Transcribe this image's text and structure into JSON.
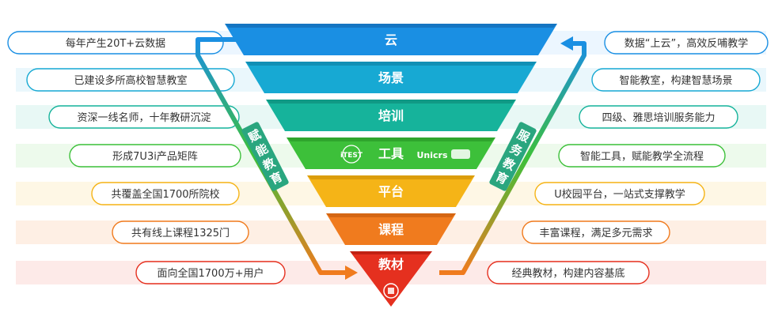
{
  "funnel": {
    "layers": [
      {
        "label": "云",
        "color": "#1a8fe3",
        "dark": "#1060a8",
        "band": "#dcefff"
      },
      {
        "label": "场景",
        "color": "#17a9d3",
        "dark": "#0d7a9c",
        "band": "#d9f1f9"
      },
      {
        "label": "培训",
        "color": "#16b39b",
        "dark": "#0c8472",
        "band": "#d6f2ec"
      },
      {
        "label": "工具",
        "color": "#3dc03a",
        "dark": "#248e22",
        "band": "#dff5dc",
        "logos": {
          "left": "iTEST",
          "right": "Unicrs"
        }
      },
      {
        "label": "平台",
        "color": "#f5b417",
        "dark": "#c48a05",
        "band": "#fdf0cf"
      },
      {
        "label": "课程",
        "color": "#f07b1e",
        "dark": "#bd560b",
        "band": "#fde2cd"
      },
      {
        "label": "教材",
        "color": "#e5301f",
        "dark": "#a9180c",
        "band": "#fbd9d5"
      }
    ]
  },
  "left_items": [
    {
      "text": "每年产生20T+云数据",
      "border": "#1a8fe3"
    },
    {
      "text": "已建设多所高校智慧教室",
      "border": "#17a9d3"
    },
    {
      "text": "资深一线名师，十年教研沉淀",
      "border": "#16b39b"
    },
    {
      "text": "形成7U3i产品矩阵",
      "border": "#3dc03a"
    },
    {
      "text": "共覆盖全国1700所院校",
      "border": "#f5b417"
    },
    {
      "text": "共有线上课程1325门",
      "border": "#f07b1e"
    },
    {
      "text": "面向全国1700万+用户",
      "border": "#e5301f"
    }
  ],
  "right_items": [
    {
      "text": "数据“上云”，高效反哺教学",
      "border": "#1a8fe3"
    },
    {
      "text": "智能教室，构建智慧场景",
      "border": "#17a9d3"
    },
    {
      "text": "四级、雅思培训服务能力",
      "border": "#16b39b"
    },
    {
      "text": "智能工具，赋能教学全流程",
      "border": "#3dc03a"
    },
    {
      "text": "U校园平台，一站式支撑教学",
      "border": "#f5b417"
    },
    {
      "text": "丰富课程，满足多元需求",
      "border": "#f07b1e"
    },
    {
      "text": "经典教材，构建内容基底",
      "border": "#e5301f"
    }
  ],
  "arrows": {
    "left_label": "赋能教育",
    "right_label": "服务教育"
  },
  "colors": {
    "arrow_start": "#1a8fe3",
    "arrow_mid": "#3dc03a",
    "arrow_end": "#f07b1e",
    "label_bg": "#2aa67f"
  }
}
